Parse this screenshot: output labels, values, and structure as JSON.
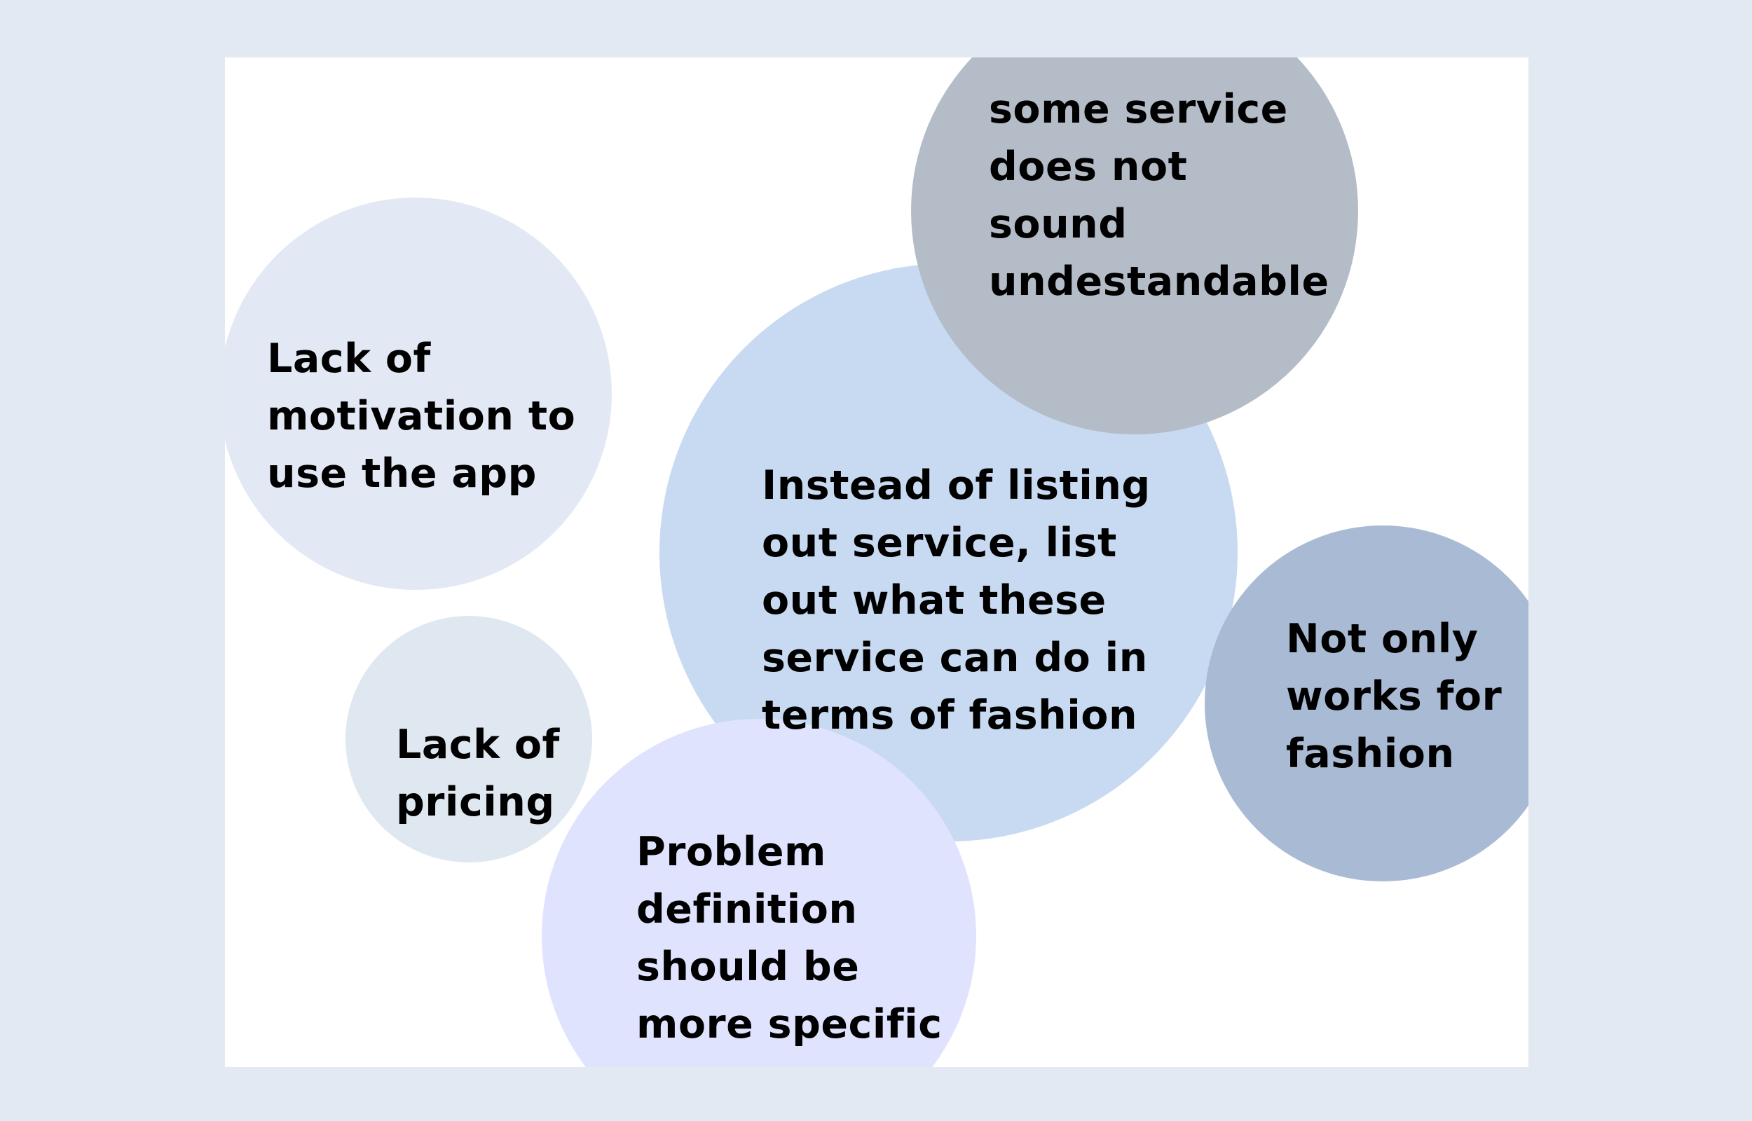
{
  "diagram": {
    "bubbles": [
      {
        "id": "service-understandable",
        "text": "some service\ndoes not\nsound\nundestandable",
        "color": "#b4bcc8"
      },
      {
        "id": "motivation",
        "text": "Lack of\nmotivation to\nuse the app",
        "color": "#e2e9f4"
      },
      {
        "id": "services-fashion",
        "text": "Instead of listing\nout service, list\nout what these\nservice can do in\nterms of fashion",
        "color": "#c8daf1"
      },
      {
        "id": "pricing",
        "text": "Lack of\npricing",
        "color": "#dfe8f0"
      },
      {
        "id": "not-only-fashion",
        "text": "Not only\nworks for\nfashion",
        "color": "#a9bbd4"
      },
      {
        "id": "problem-definition",
        "text": "Problem\ndefinition\nshould be\nmore specific",
        "color": "#e0e3fd"
      }
    ]
  }
}
